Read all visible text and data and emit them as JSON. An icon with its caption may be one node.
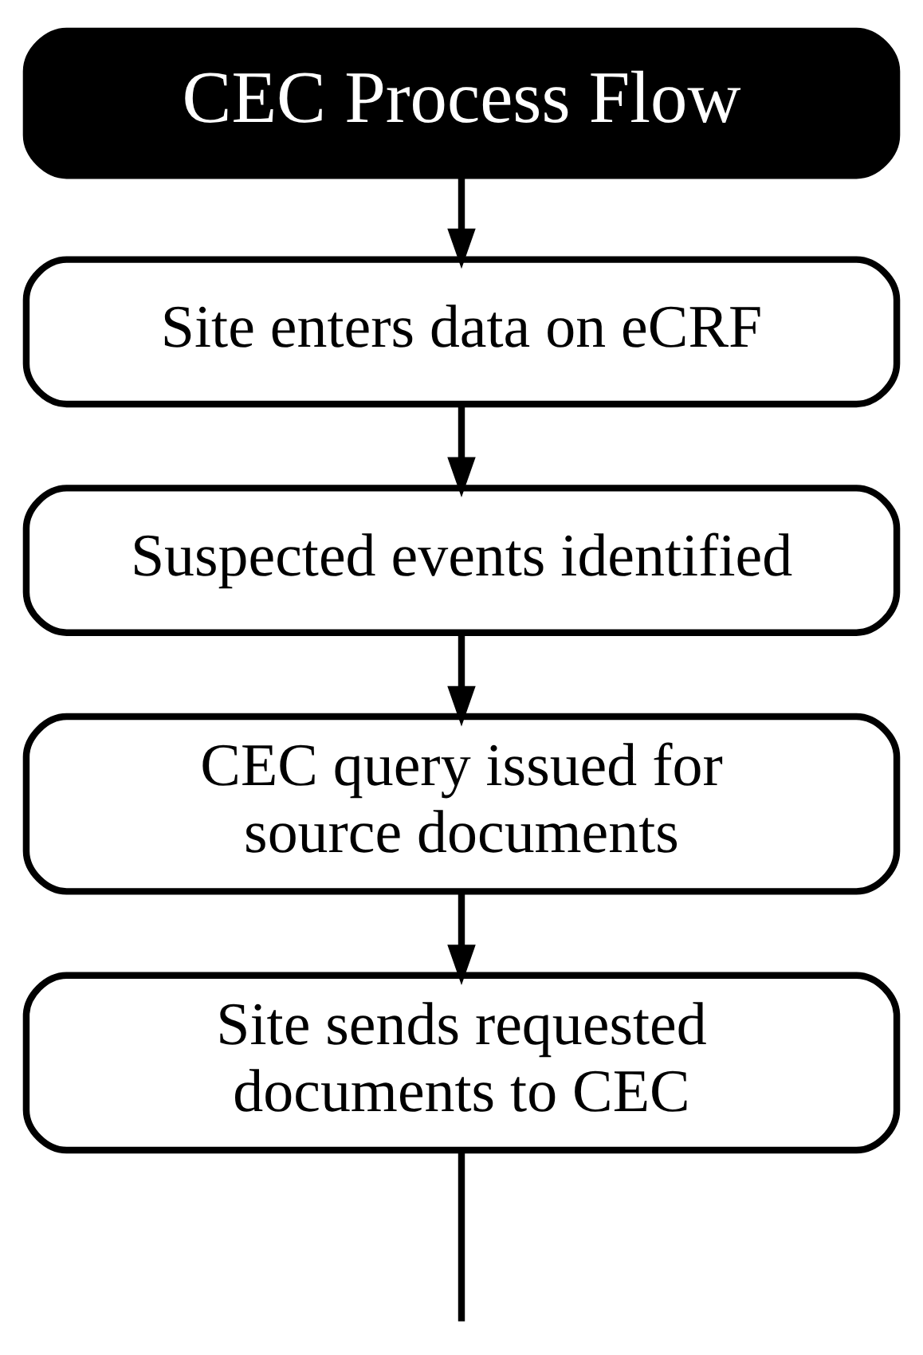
{
  "diagram": {
    "nodes": [
      {
        "text": [
          "CEC Process Flow"
        ]
      },
      {
        "text": [
          "Site enters data on eCRF"
        ]
      },
      {
        "text": [
          "Suspected events identified"
        ]
      },
      {
        "text": [
          "CEC query issued for source documents"
        ]
      },
      {
        "text": [
          "Site sends requested documents to CEC"
        ]
      }
    ],
    "edges": [
      {
        "from": 0,
        "to": 1,
        "arrow": "to"
      },
      {
        "from": 1,
        "to": 2,
        "arrow": "to"
      },
      {
        "from": 2,
        "to": 3,
        "arrow": "to"
      },
      {
        "from": 3,
        "to": 4,
        "arrow": "to"
      },
      {
        "from": 4,
        "to": null,
        "arrow": "none"
      }
    ]
  }
}
